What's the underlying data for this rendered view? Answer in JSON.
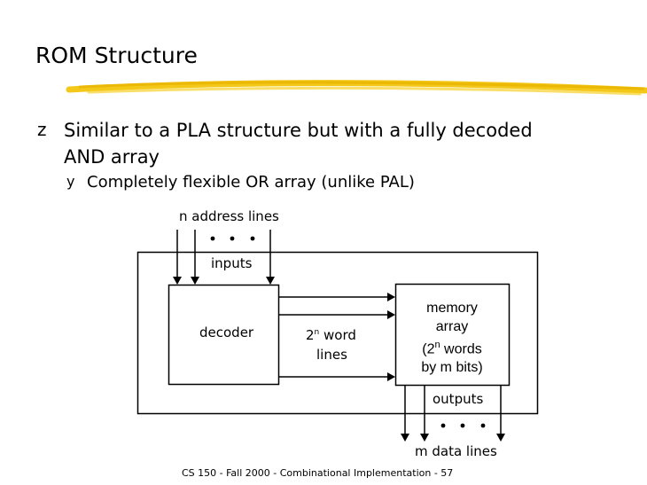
{
  "slide": {
    "title": "ROM Structure",
    "bullet1_marker": "z",
    "bullet1_line1": "Similar to a PLA structure but with a fully decoded",
    "bullet1_line2": "AND array",
    "bullet2_marker": "y",
    "bullet2_text": "Completely flexible OR array (unlike PAL)",
    "footer": "CS 150 - Fall 2000 - Combinational Implementation - 57"
  },
  "diagram": {
    "address_lines": "n address lines",
    "inputs": "inputs",
    "decoder": "decoder",
    "word_lines_base": "2",
    "word_lines_exp": "n",
    "word_lines_rest": " word",
    "word_lines_line2": "lines",
    "memory_line1": "memory",
    "memory_line2": "array",
    "memory_line3_pre": "(2",
    "memory_line3_exp": "n",
    "memory_line3_post": " words",
    "memory_line4": "by m bits)",
    "outputs": "outputs",
    "data_lines": "m data lines"
  },
  "colors": {
    "underline_stroke": "#f2c200",
    "line": "#000000"
  }
}
